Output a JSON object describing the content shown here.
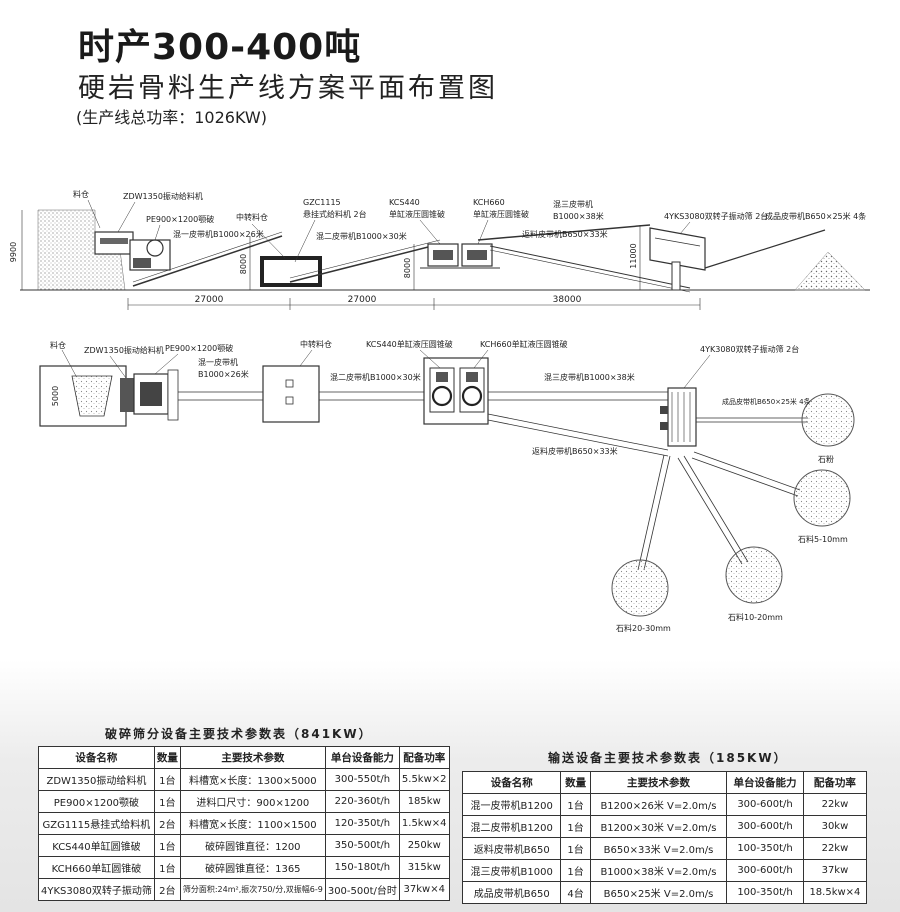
{
  "header": {
    "title": "时产300-400吨",
    "subtitle": "硬岩骨料生产线方案平面布置图",
    "power": "(生产线总功率：1026KW)"
  },
  "side_view": {
    "labels": {
      "bin": "料仓",
      "feeder": "ZDW1350振动给料机",
      "jaw": "PE900×1200颚破",
      "belt1": "混一皮带机B1000×26米",
      "transfer": "中转料仓",
      "gzc_model": "GZC1115",
      "gzc_name": "悬挂式给料机 2台",
      "belt2": "混二皮带机B1000×30米",
      "kcs_model": "KCS440",
      "kcs_name": "单缸液压圆锥破",
      "kch_model": "KCH660",
      "kch_name": "单缸液压圆锥破",
      "belt3a": "混三皮带机",
      "belt3b": "B1000×38米",
      "return_belt": "返料皮带机B650×33米",
      "screen": "4YKS3080双转子振动筛 2台",
      "product_belt": "成品皮带机B650×25米 4条"
    },
    "dims": {
      "h_bin": "9900",
      "h_belt1": "8000",
      "h_belt2": "8000",
      "h_belt3": "11000",
      "len1": "27000",
      "len2": "27000",
      "len3": "38000"
    }
  },
  "plan_view": {
    "labels": {
      "bin": "料仓",
      "feeder": "ZDW1350振动给料机",
      "jaw": "PE900×1200颚破",
      "belt1a": "混一皮带机",
      "belt1b": "B1000×26米",
      "transfer": "中转料仓",
      "kcs": "KCS440单缸液压圆锥破",
      "kch": "KCH660单缸液压圆锥破",
      "belt2": "混二皮带机B1000×30米",
      "belt3": "混三皮带机B1000×38米",
      "screen": "4YK3080双转子振动筛 2台",
      "product_belt": "成品皮带机B650×25米 4条",
      "return_belt": "返料皮带机B650×33米",
      "pile1": "石粉",
      "pile2": "石料5-10mm",
      "pile3": "石料20-30mm",
      "pile4": "石料10-20mm",
      "dim_bin": "5000"
    }
  },
  "table1": {
    "caption": "破碎筛分设备主要技术参数表（841KW）",
    "headers": [
      "设备名称",
      "数量",
      "主要技术参数",
      "单台设备能力",
      "配备功率"
    ],
    "rows": [
      [
        "ZDW1350振动给料机",
        "1台",
        "料槽宽×长度：1300×5000",
        "300-550t/h",
        "5.5kw×2"
      ],
      [
        "PE900×1200颚破",
        "1台",
        "进料口尺寸：900×1200",
        "220-360t/h",
        "185kw"
      ],
      [
        "GZG1115悬挂式给料机",
        "2台",
        "料槽宽×长度：1100×1500",
        "120-350t/h",
        "1.5kw×4"
      ],
      [
        "KCS440单缸圆锥破",
        "1台",
        "破碎圆锥直径：1200",
        "350-500t/h",
        "250kw"
      ],
      [
        "KCH660单缸圆锥破",
        "1台",
        "破碎圆锥直径：1365",
        "150-180t/h",
        "315kw"
      ],
      [
        "4YKS3080双转子振动筛",
        "2台",
        "筛分面积:24m²,振次750/分,双振幅6-9",
        "300-500t/台时",
        "37kw×4"
      ]
    ]
  },
  "table2": {
    "caption": "输送设备主要技术参数表（185KW）",
    "headers": [
      "设备名称",
      "数量",
      "主要技术参数",
      "单台设备能力",
      "配备功率"
    ],
    "rows": [
      [
        "混一皮带机B1200",
        "1台",
        "B1200×26米  V=2.0m/s",
        "300-600t/h",
        "22kw"
      ],
      [
        "混二皮带机B1200",
        "1台",
        "B1200×30米  V=2.0m/s",
        "300-600t/h",
        "30kw"
      ],
      [
        "返料皮带机B650",
        "1台",
        "B650×33米  V=2.0m/s",
        "100-350t/h",
        "22kw"
      ],
      [
        "混三皮带机B1000",
        "1台",
        "B1000×38米  V=2.0m/s",
        "300-600t/h",
        "37kw"
      ],
      [
        "成品皮带机B650",
        "4台",
        "B650×25米  V=2.0m/s",
        "100-350t/h",
        "18.5kw×4"
      ]
    ]
  }
}
